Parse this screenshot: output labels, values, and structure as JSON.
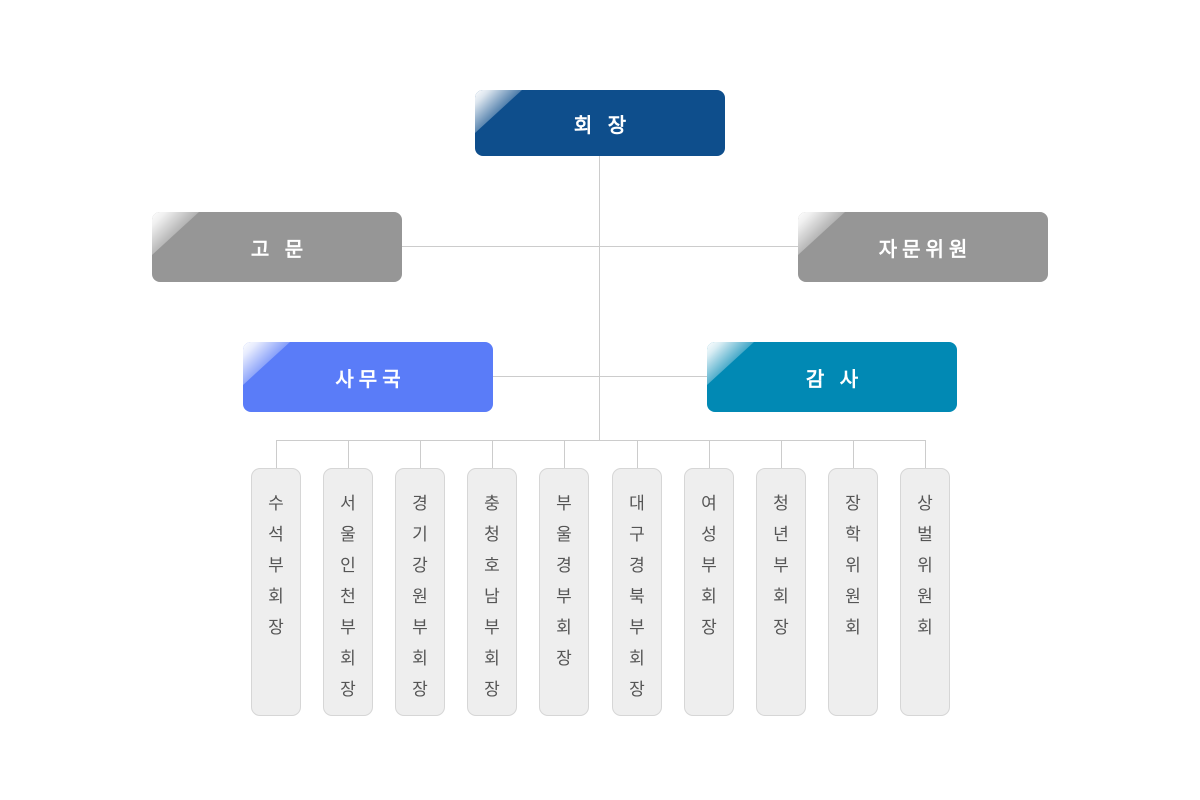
{
  "org_chart": {
    "line_color": "#cccccc",
    "root": {
      "label": "회 장",
      "color": "#0e4e8c"
    },
    "level2": [
      {
        "id": "advisors",
        "label": "고 문",
        "color": "#969696"
      },
      {
        "id": "advisory-committee",
        "label": "자문위원",
        "color": "#969696"
      }
    ],
    "level3": [
      {
        "id": "secretariat",
        "label": "사무국",
        "color": "#5a7cf8"
      },
      {
        "id": "auditor",
        "label": "감 사",
        "color": "#0189b4"
      }
    ],
    "departments": [
      {
        "label": "수석부회장"
      },
      {
        "label": "서울인천부회장"
      },
      {
        "label": "경기강원부회장"
      },
      {
        "label": "충청호남부회장"
      },
      {
        "label": "부울경부회장"
      },
      {
        "label": "대구경북부회장"
      },
      {
        "label": "여성부회장"
      },
      {
        "label": "청년부회장"
      },
      {
        "label": "장학위원회"
      },
      {
        "label": "상벌위원회"
      }
    ],
    "department_box": {
      "background": "#eeeeee",
      "border": "#d6d6d6",
      "text_color": "#555555"
    }
  }
}
